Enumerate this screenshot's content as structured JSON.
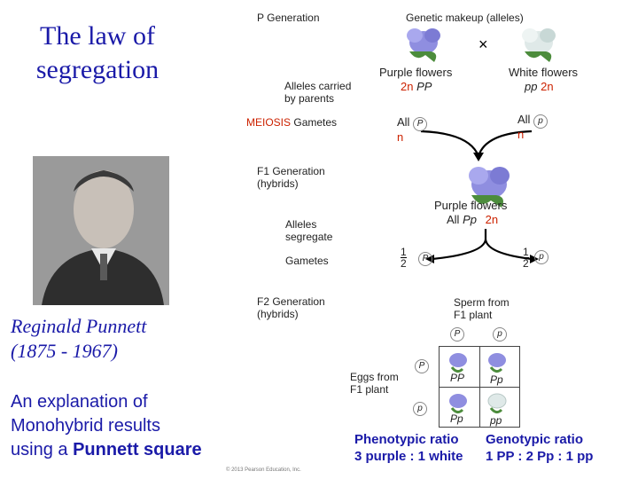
{
  "left": {
    "title_line1": "The law of",
    "title_line2": "segregation",
    "caption_name": "Reginald Punnett",
    "caption_years": "(1875 - 1967)",
    "explain_line1": "An explanation of",
    "explain_line2": "Monohybrid results",
    "explain_line3_prefix": "using a ",
    "explain_line3_bold": "Punnett square"
  },
  "diagram": {
    "p_generation": "P Generation",
    "genetic_makeup": "Genetic makeup (alleles)",
    "cross_symbol": "×",
    "alleles_carried_1": "Alleles carried",
    "alleles_carried_2": "by parents",
    "purple_flowers": "Purple flowers",
    "purple_2n": "2n",
    "purple_genotype": "PP",
    "white_flowers": "White flowers",
    "white_genotype": "pp",
    "white_2n": "2n",
    "meiosis": "MEIOSIS",
    "gametes": "Gametes",
    "all_label": "All",
    "allele_P": "P",
    "allele_p": "p",
    "n_label": "n",
    "f1_generation": "F1 Generation",
    "hybrids": "(hybrids)",
    "f1_purple": "Purple flowers",
    "f1_all": "All",
    "f1_genotype": "Pp",
    "f1_2n": "2n",
    "alleles_segregate_1": "Alleles",
    "alleles_segregate_2": "segregate",
    "gametes2": "Gametes",
    "half_num": "1",
    "half_den": "2",
    "f2_generation": "F2 Generation",
    "f2_hybrids": "(hybrids)",
    "sperm_from_1": "Sperm from",
    "sperm_from_2": "F1 plant",
    "eggs_from_1": "Eggs from",
    "eggs_from_2": "F1 plant",
    "cell_PP": "PP",
    "cell_Pp1": "Pp",
    "cell_Pp2": "Pp",
    "cell_pp": "pp",
    "phenotypic_ratio": "Phenotypic ratio",
    "phenotypic_value": "3 purple : 1 white",
    "genotypic_ratio": "Genotypic ratio",
    "genotypic_value": "1 PP : 2 Pp : 1 pp",
    "copyright": "© 2013 Pearson Education, Inc."
  },
  "colors": {
    "heading_blue": "#1a1aa8",
    "allele_red": "#cc2200",
    "purple_flower": "#8f8ee0",
    "white_flower": "#dfe9e8"
  }
}
